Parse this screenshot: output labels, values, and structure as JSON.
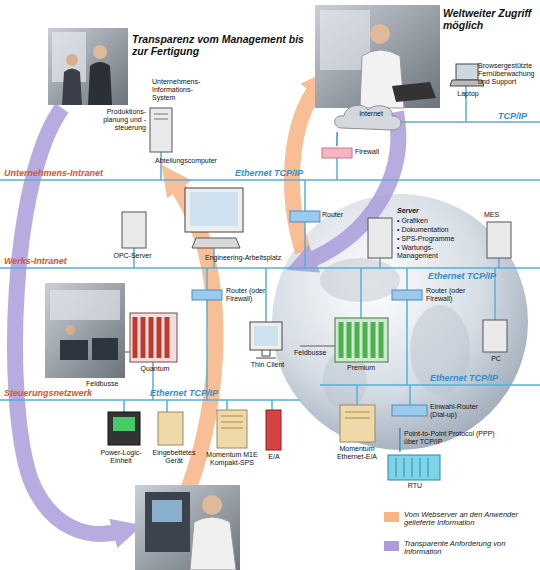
{
  "diagram": {
    "nodes": [
      {
        "text": [
          "Abteilungscomputer"
        ]
      },
      {
        "text": [
          "Browsergestützte Fernüberwachung und Support",
          "Laptop"
        ]
      },
      {
        "text": [
          "Internet"
        ]
      },
      {
        "text": [
          "Firewall"
        ]
      },
      {
        "text": [
          "Router"
        ]
      },
      {
        "text": [
          "OPC-Server"
        ]
      },
      {
        "text": [
          "Engineering-Arbeitsplatz"
        ]
      },
      {
        "text": [
          "Server",
          "• Grafiken",
          "• Dokumentation",
          "• SPS-Programme",
          "• Wartungs-Management"
        ]
      },
      {
        "text": [
          "MES"
        ]
      },
      {
        "text": [
          "Router (oder Firewall)"
        ]
      },
      {
        "text": [
          "Quantum"
        ]
      },
      {
        "text": [
          "Thin Client"
        ]
      },
      {
        "text": [
          "Premium"
        ]
      },
      {
        "text": [
          "Router (oder Firewall)"
        ]
      },
      {
        "text": [
          "PC"
        ]
      },
      {
        "text": [
          "Power-Logic-Einheit"
        ]
      },
      {
        "text": [
          "Eingebettetes Gerät"
        ]
      },
      {
        "text": [
          "Momentum M1E Kompakt-SPS"
        ]
      },
      {
        "text": [
          "E/A"
        ]
      },
      {
        "text": [
          "Momentum Ethernet-E/A"
        ]
      },
      {
        "text": [
          "Einwahl-Router (Dial-up)"
        ]
      },
      {
        "text": [
          "RTU"
        ]
      }
    ],
    "edges": [
      {
        "from": 2,
        "to": 3,
        "arrow": "none"
      },
      {
        "from": 20,
        "to": 21,
        "label": "Point-to-Point Protocol (PPP) über TCP/IP",
        "arrow": "none"
      }
    ],
    "labels": [
      "Transparenz vom Management bis zur Fertigung",
      "Weltweiter Zugriff möglich",
      "Unternehmens-Informations-System",
      "Produktions-planung und -steuerung",
      "TCP/IP",
      "Unternehmens-Intranet",
      "Ethernet TCP/IP",
      "Werks-Intranet",
      "Ethernet TCP/IP",
      "Feldbusse",
      "Feldbusse",
      "Ethernet TCP/IP",
      "Steuerungsnetzwerk",
      "Ethernet TCP/IP"
    ],
    "legend": [
      {
        "text": "Vom Webserver an den Anwender gelieferte Information",
        "color": "#f7b584"
      },
      {
        "text": "Transparente Anforderung von Information",
        "color": "#ab9ddb"
      }
    ]
  }
}
